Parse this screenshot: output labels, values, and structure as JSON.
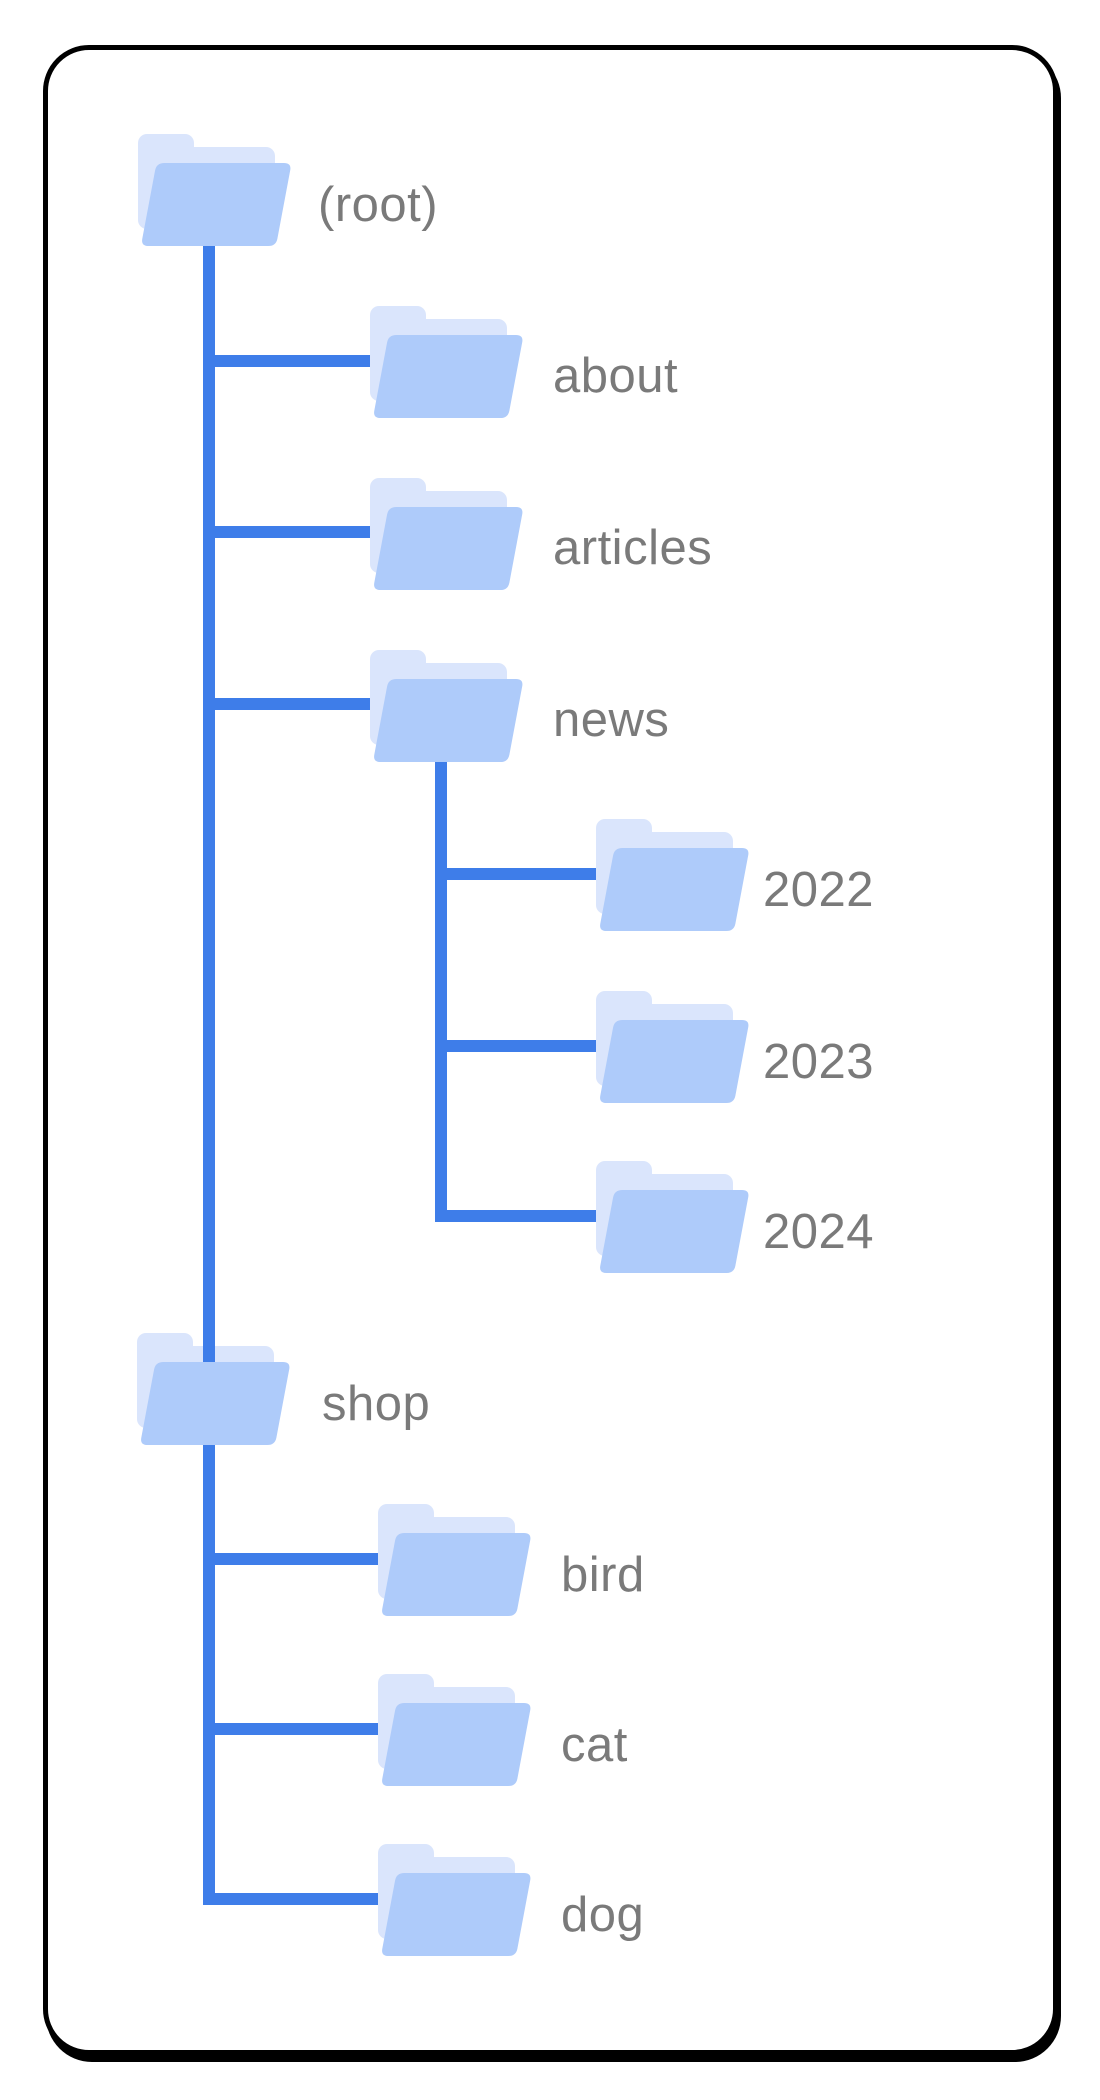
{
  "diagram": {
    "description": "Hierarchical site structure tree of folders",
    "tree": {
      "root": {
        "label": "(root)",
        "children": [
          {
            "label": "about",
            "children": []
          },
          {
            "label": "articles",
            "children": []
          },
          {
            "label": "news",
            "children": [
              {
                "label": "2022"
              },
              {
                "label": "2023"
              },
              {
                "label": "2024"
              }
            ]
          },
          {
            "label": "shop",
            "children": [
              {
                "label": "bird"
              },
              {
                "label": "cat"
              },
              {
                "label": "dog"
              }
            ]
          }
        ]
      }
    },
    "colors": {
      "connector_blue": "#3E7DE9",
      "folder_front": "#AECBFA",
      "folder_back": "#DAE5FC",
      "label_gray": "#7A7A7A",
      "card_border": "#000000",
      "background": "#FFFFFF"
    }
  }
}
